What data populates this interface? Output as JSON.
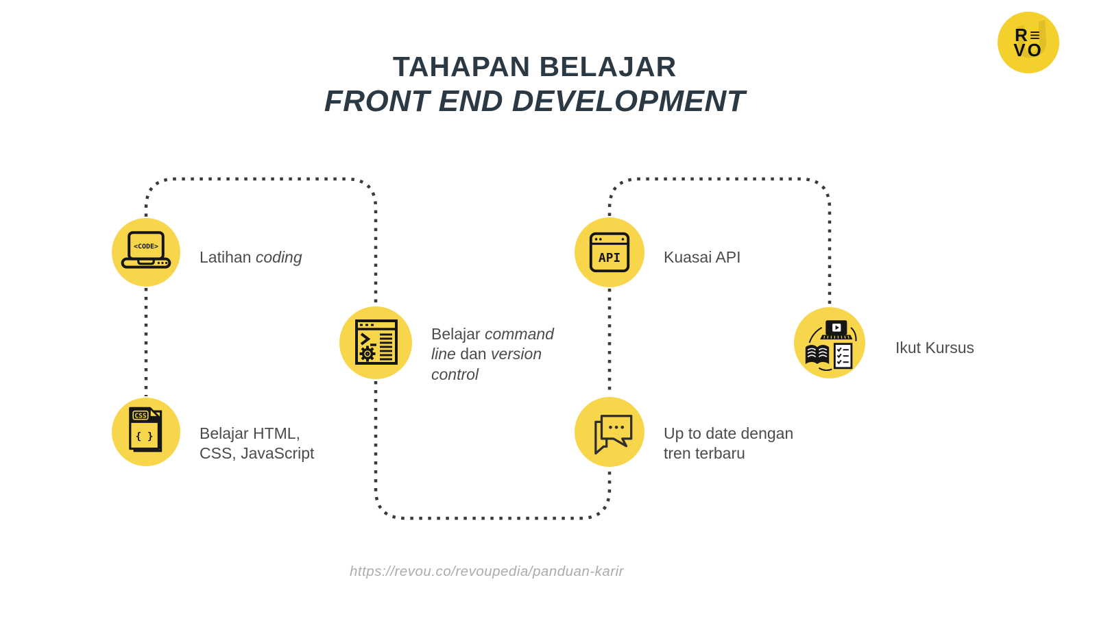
{
  "title": {
    "line1": "TAHAPAN BELAJAR",
    "line2": "FRONT END DEVELOPMENT"
  },
  "logo": {
    "row1": "R≡",
    "row2": "VO",
    "watermark": "U"
  },
  "colors": {
    "background": "#FFFFFF",
    "circle_yellow": "#F8D64B",
    "logo_yellow": "#F3D02C",
    "title_text": "#2B3944",
    "label_text": "#4B4B4B",
    "connector_dots": "#3A3A3A",
    "icon_ink": "#161616",
    "footer_text": "#ACACAC"
  },
  "steps": [
    {
      "name": "latihan-coding",
      "icon": "laptop-code-icon",
      "lines": [
        [
          {
            "t": "Latihan ",
            "i": false
          },
          {
            "t": "coding",
            "i": true
          }
        ]
      ]
    },
    {
      "name": "belajar-html-css-javascript",
      "icon": "css-file-icon",
      "lines": [
        [
          {
            "t": "Belajar HTML,",
            "i": false
          }
        ],
        [
          {
            "t": "CSS, JavaScript",
            "i": false
          }
        ]
      ]
    },
    {
      "name": "belajar-command-line-version-control",
      "icon": "terminal-window-icon",
      "lines": [
        [
          {
            "t": "Belajar ",
            "i": false
          },
          {
            "t": "command",
            "i": true
          }
        ],
        [
          {
            "t": "line",
            "i": true
          },
          {
            "t": " dan ",
            "i": false
          },
          {
            "t": "version",
            "i": true
          }
        ],
        [
          {
            "t": "control",
            "i": true
          }
        ]
      ]
    },
    {
      "name": "up-to-date-tren-terbaru",
      "icon": "chat-bubbles-icon",
      "lines": [
        [
          {
            "t": "Up to date dengan",
            "i": false
          }
        ],
        [
          {
            "t": "tren terbaru",
            "i": false
          }
        ]
      ]
    },
    {
      "name": "kuasai-api",
      "icon": "api-browser-icon",
      "lines": [
        [
          {
            "t": "Kuasai API",
            "i": false
          }
        ]
      ]
    },
    {
      "name": "ikut-kursus",
      "icon": "course-cycle-icon",
      "lines": [
        [
          {
            "t": "Ikut Kursus",
            "i": false
          }
        ]
      ]
    }
  ],
  "icon_texts": {
    "code_screen": "<CODE>",
    "css_banner": "CSS",
    "css_braces": "{ }",
    "api": "API"
  },
  "footer": {
    "url": "https://revou.co/revoupedia/panduan-karir"
  }
}
